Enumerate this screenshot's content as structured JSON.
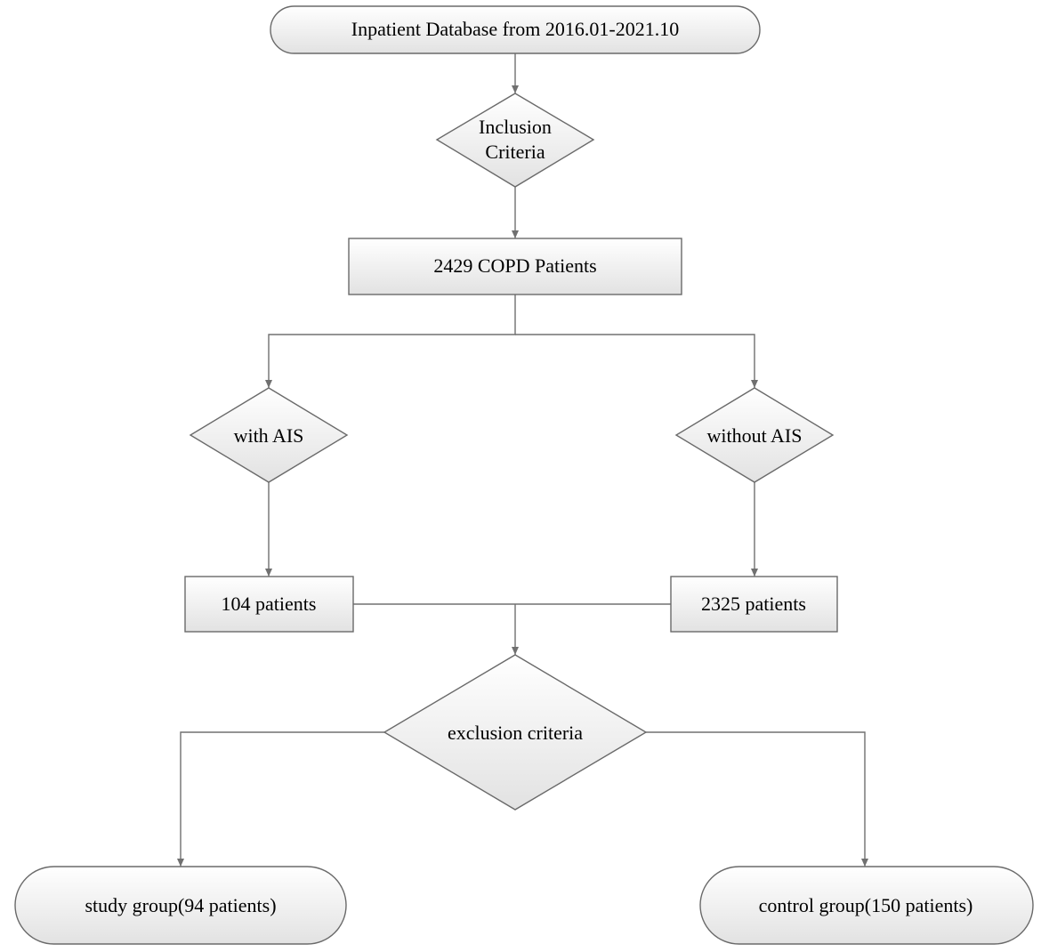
{
  "nodes": {
    "database": "Inpatient Database from 2016.01-2021.10",
    "inclusion_line1": "Inclusion",
    "inclusion_line2": "Criteria",
    "copd_patients": "2429 COPD Patients",
    "with_ais": "with AIS",
    "without_ais": "without AIS",
    "patients_104": "104 patients",
    "patients_2325": "2325 patients",
    "exclusion": "exclusion criteria",
    "study_group": "study group(94 patients)",
    "control_group": "control group(150 patients)"
  },
  "colors": {
    "stroke": "#6a6a6a",
    "line": "#707070",
    "fill_light": "#ffffff",
    "fill_dark": "#e3e3e3",
    "text": "#000000"
  }
}
